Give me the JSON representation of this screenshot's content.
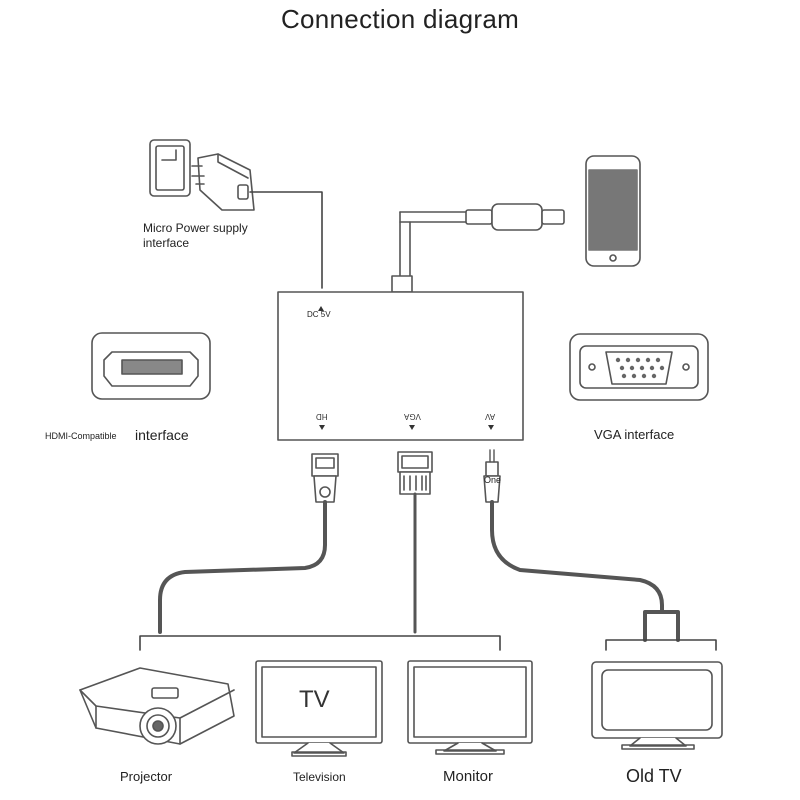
{
  "title": "Connection diagram",
  "labels": {
    "power": "Micro Power supply interface",
    "power_line1": "Micro Power supply",
    "power_line2": "interface",
    "hdmi_small": "HDMI-Compatible",
    "hdmi_big": "interface",
    "vga": "VGA interface",
    "projector": "Projector",
    "television": "Television",
    "monitor": "Monitor",
    "old_tv": "Old TV",
    "tv_screen_text": "TV"
  },
  "hub_ports": {
    "dc": "DC 5V",
    "hd": "HD",
    "vga": "VGA",
    "av": "AV",
    "av_plug": "One"
  },
  "colors": {
    "line": "#444444",
    "cable": "#666666",
    "device_stroke": "#555555"
  }
}
